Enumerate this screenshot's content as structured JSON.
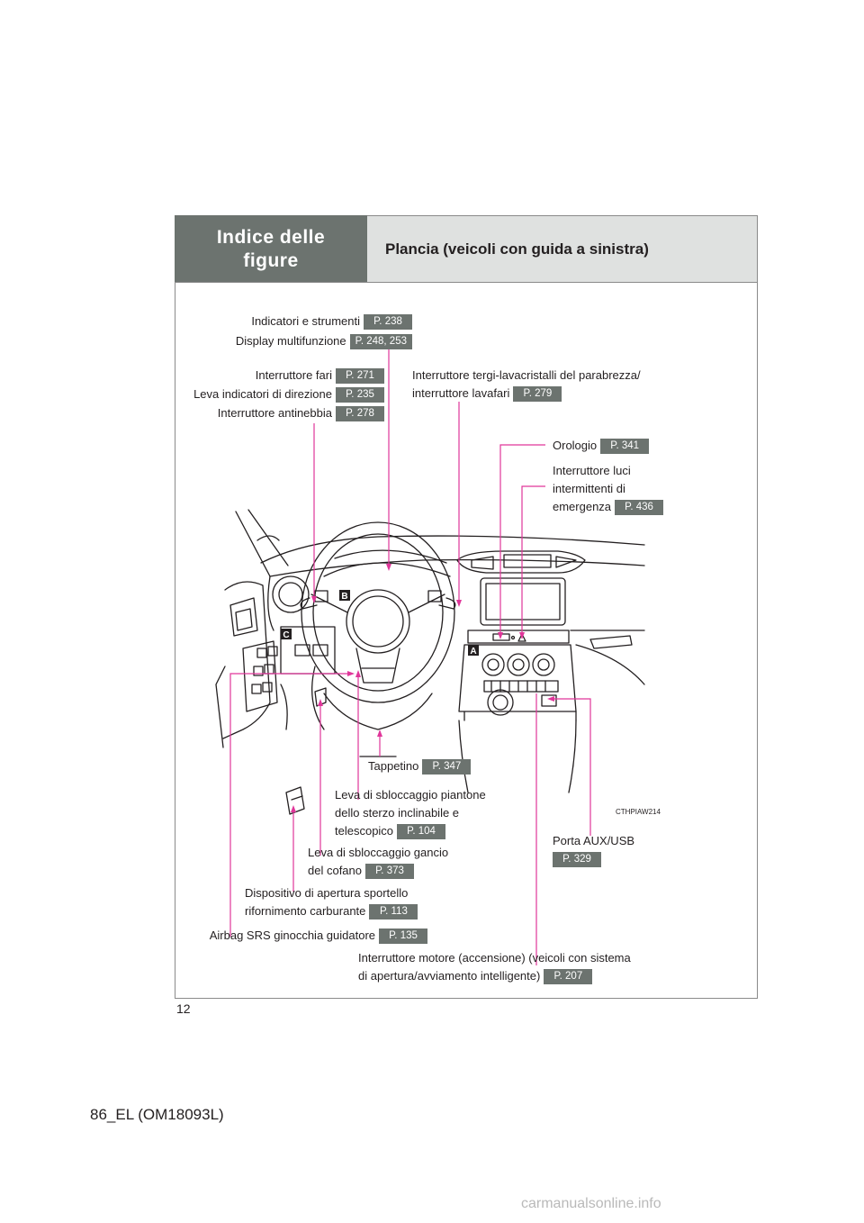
{
  "header": {
    "section": "Indice delle figure",
    "title": "Plancia (veicoli con guida a sinistra)"
  },
  "labels": [
    {
      "id": "indicatori",
      "text": "Indicatori e strumenti",
      "page": "P. 238"
    },
    {
      "id": "display",
      "text": "Display multifunzione",
      "page": "P. 248, 253"
    },
    {
      "id": "fari",
      "text": "Interruttore fari",
      "page": "P. 271"
    },
    {
      "id": "leva-dir",
      "text": "Leva indicatori di direzione",
      "page": "P. 235"
    },
    {
      "id": "antinebbia",
      "text": "Interruttore antinebbia",
      "page": "P. 278"
    },
    {
      "id": "tergi",
      "text_1": "Interruttore tergi-lavacristalli del parabrezza/",
      "text_2": "interruttore lavafari",
      "page": "P. 279"
    },
    {
      "id": "orologio",
      "text": "Orologio",
      "page": "P. 341"
    },
    {
      "id": "emergenza",
      "text_1": "Interruttore luci",
      "text_2": "intermittenti di",
      "text_3": "emergenza",
      "page": "P. 436"
    },
    {
      "id": "tappetino",
      "text": "Tappetino",
      "page": "P. 347"
    },
    {
      "id": "piantone",
      "text_1": "Leva di sbloccaggio piantone",
      "text_2": "dello sterzo inclinabile e",
      "text_3": "telescopico",
      "page": "P. 104"
    },
    {
      "id": "aux",
      "text": "Porta AUX/USB",
      "page": "P. 329"
    },
    {
      "id": "cofano",
      "text_1": "Leva di sbloccaggio gancio",
      "text_2": "del cofano",
      "page": "P. 373"
    },
    {
      "id": "sportello",
      "text_1": "Dispositivo di apertura sportello",
      "text_2": "rifornimento carburante",
      "page": "P. 113"
    },
    {
      "id": "airbag",
      "text": "Airbag SRS ginocchia guidatore",
      "page": "P. 135"
    },
    {
      "id": "motore",
      "text_1": "Interruttore motore (accensione) (veicoli con sistema",
      "text_2": "di apertura/avviamento intelligente)",
      "page": "P. 207"
    }
  ],
  "callouts": {
    "a": "A",
    "b": "B",
    "c": "C"
  },
  "image_code": "CTHPIAW214",
  "page_number": "12",
  "doc_code": "86_EL (OM18093L)",
  "watermark": "carmanualsonline.info",
  "colors": {
    "header_dark": "#6c736f",
    "header_light": "#dfe1e0",
    "leader": "#e0369a"
  }
}
